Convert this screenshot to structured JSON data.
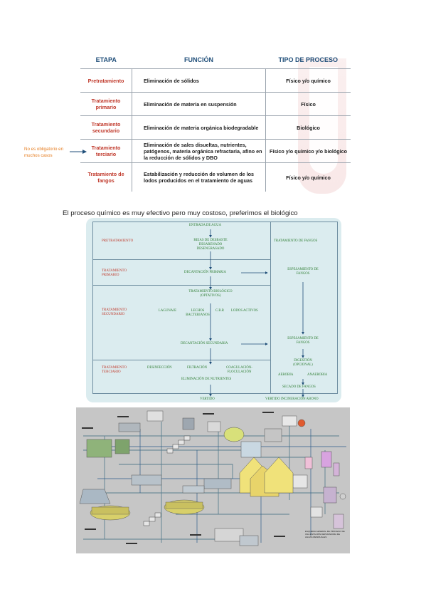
{
  "table": {
    "headers": [
      "ETAPA",
      "FUNCIÓN",
      "TIPO DE PROCESO"
    ],
    "rows": [
      {
        "etapa": "Pretratamiento",
        "funcion": "Eliminación de sólidos",
        "tipo": "Físico y/o químico"
      },
      {
        "etapa": "Tratamiento primario",
        "funcion": "Eliminación de materia en suspensión",
        "tipo": "Físico"
      },
      {
        "etapa": "Tratamiento secundario",
        "funcion": "Eliminación de materia orgánica biodegradable",
        "tipo": "Biológico"
      },
      {
        "etapa": "Tratamiento terciario",
        "funcion": "Eliminación de sales disueltas, nutrientes, patógenos, materia orgánica refractaria, afino en la reducción de sólidos y DBO",
        "tipo": "Físico y/o químico y/o biológico"
      },
      {
        "etapa": "Tratamiento de fangos",
        "funcion": "Estabilización y reducción de volumen de los lodos producidos en el tratamiento de aguas",
        "tipo": "Físico y/o químico"
      }
    ]
  },
  "side_note": "No es obligatorio en muchos casos",
  "caption": "El proceso químico es muy efectivo pero muy costoso, preferimos el biológico",
  "diagram": {
    "entrada": "ENTRADA DE AGUA",
    "stages": {
      "pre": "PRETRATAMIENTO",
      "primario": "TRATAMIENTO PRIMARIO",
      "secundario": "TRATAMIENTO SECUNDARIO",
      "terciario": "TRATAMIENTO TERCIARIO"
    },
    "rejas": "REJAS DE DESBASTE DESARENADO DESENGRASADO",
    "decantacion_primaria": "DECANTACIÓN PRIMARIA",
    "tratamiento_biologico": "TRATAMIENTO BIOLÓGICO (OPTATIVOS)",
    "lagunaje": "LAGUNAJE",
    "lechos": "LECHOS BACTERIANOS",
    "cbr": "C.B.R",
    "lodos": "LODOS ACTIVOS",
    "decantacion_secundaria": "DECANTACIÓN SECUNDARIA",
    "desinfeccion": "DESINFECCIÓN",
    "filtracion": "FILTRACIÓN",
    "coagulacion": "COAGULACIÓN-FLOCULACIÓN",
    "nutrientes": "ELIMINACIÓN DE NUTRIENTES",
    "vertido": "VERTIDO",
    "fangos_title": "TRATAMIENTO DE FANGOS",
    "espesamiento1": "ESPESAMIENTO DE FANGOS",
    "espesamiento2": "ESPESAMIENTO DE FANGOS",
    "digestion": "DIGESTIÓN (OPCIONAL)",
    "aerobia": "AEROBIA",
    "anaerobia": "ANAEROBIA",
    "secado": "SECADO DE FANGOS",
    "destino": "VERTIDO  INCINERACIÓN  ABONO"
  },
  "plant_legend": "ESQUEMA GENERAL DE PROCESO DE UNA ESTACIÓN DEPURADORA DE AGUAS RESIDUALES",
  "colors": {
    "accent_blue": "#1f4e79",
    "stage_red": "#c0392b",
    "note_orange": "#e67e22",
    "diagram_green": "#2e7d32",
    "diagram_bg": "#dbecef"
  }
}
